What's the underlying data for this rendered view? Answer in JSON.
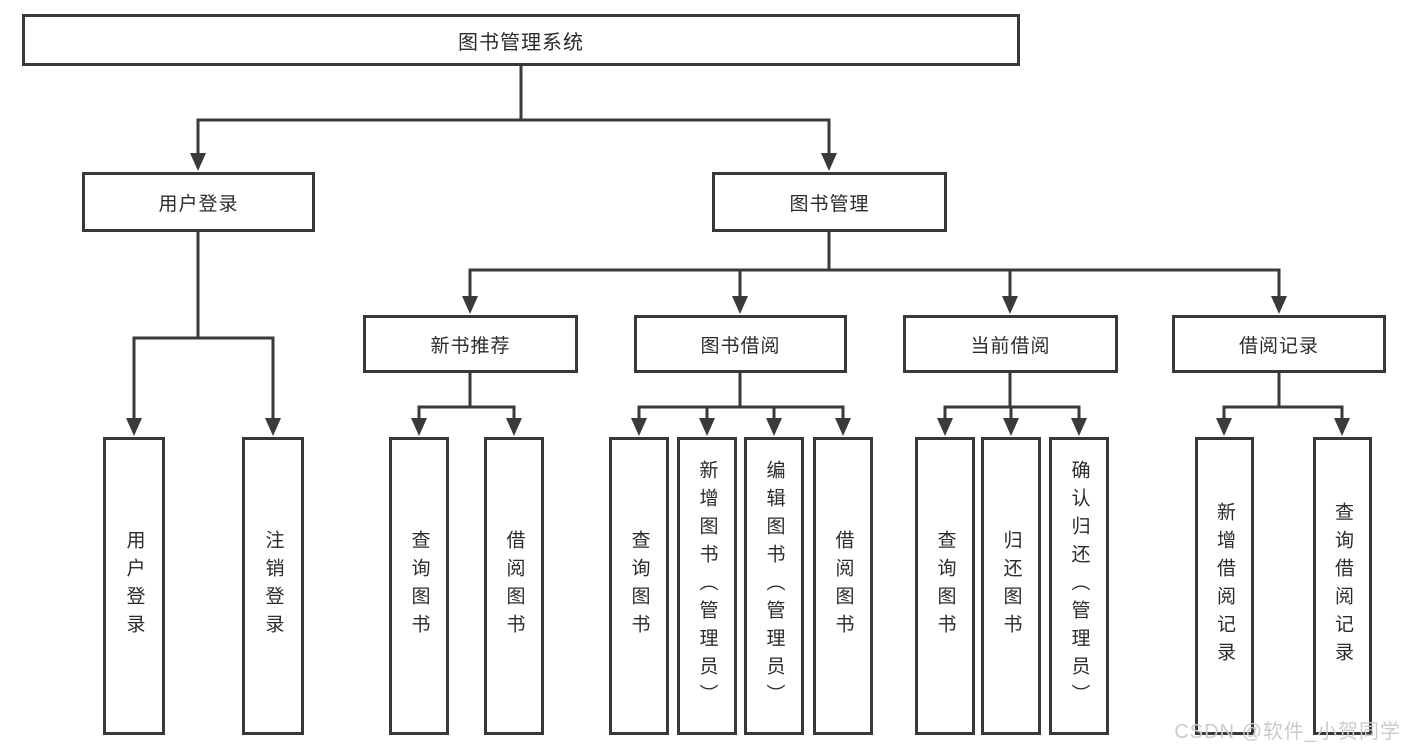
{
  "diagram_title": "图书管理系统",
  "tree": {
    "root": {
      "label": "图书管理系统"
    },
    "branches": [
      {
        "label": "用户登录",
        "children": [
          {
            "label": "用户登录"
          },
          {
            "label": "注销登录"
          }
        ]
      },
      {
        "label": "图书管理",
        "children": [
          {
            "label": "新书推荐",
            "children": [
              {
                "label": "查询图书"
              },
              {
                "label": "借阅图书"
              }
            ]
          },
          {
            "label": "图书借阅",
            "children": [
              {
                "label": "查询图书"
              },
              {
                "label": "新增图书（管理员）"
              },
              {
                "label": "编辑图书（管理员）"
              },
              {
                "label": "借阅图书"
              }
            ]
          },
          {
            "label": "当前借阅",
            "children": [
              {
                "label": "查询图书"
              },
              {
                "label": "归还图书"
              },
              {
                "label": "确认归还（管理员）"
              }
            ]
          },
          {
            "label": "借阅记录",
            "children": [
              {
                "label": "新增借阅记录"
              },
              {
                "label": "查询借阅记录"
              }
            ]
          }
        ]
      }
    ]
  },
  "watermark": {
    "text": "CSDN @软件_小贺同学"
  },
  "colors": {
    "line": "#3a3a3a",
    "box_border": "#383838",
    "text": "#2b2b2b",
    "watermark": "#cbcbcb",
    "background": "#ffffff"
  }
}
